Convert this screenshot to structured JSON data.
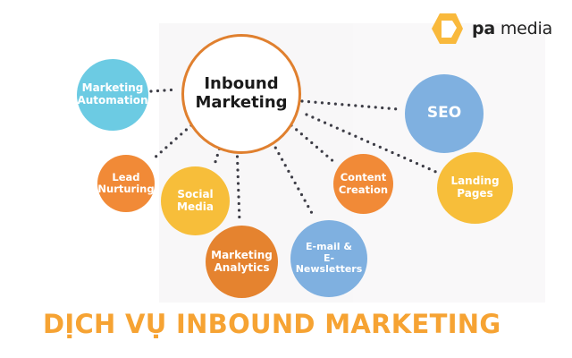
{
  "brand": {
    "logo_icon": "hexagon-icon",
    "name_bold": "pa",
    "name_light": "media",
    "logo_color": "#f9b93c"
  },
  "diagram": {
    "center": {
      "line1": "Inbound",
      "line2": "Marketing",
      "border_color": "#e0802f"
    },
    "nodes": [
      {
        "id": "marketing-automation",
        "line1": "Marketing",
        "line2": "Automation",
        "color": "#6ccbe3"
      },
      {
        "id": "seo",
        "line1": "SEO",
        "line2": "",
        "color": "#7fb0e0"
      },
      {
        "id": "lead-nurturing",
        "line1": "Lead",
        "line2": "Nurturing",
        "color": "#f18a37"
      },
      {
        "id": "social-media",
        "line1": "Social",
        "line2": "Media",
        "color": "#f7be3a"
      },
      {
        "id": "marketing-analytics",
        "line1": "Marketing",
        "line2": "Analytics",
        "color": "#e5832f"
      },
      {
        "id": "email-newsletters",
        "line1": "E-mail &",
        "line2": "E-Newsletters",
        "color": "#7fb0e0"
      },
      {
        "id": "content-creation",
        "line1": "Content",
        "line2": "Creation",
        "color": "#f18a37"
      },
      {
        "id": "landing-pages",
        "line1": "Landing",
        "line2": "Pages",
        "color": "#f7be3a"
      }
    ]
  },
  "title": "DỊCH VỤ INBOUND MARKETING",
  "title_color": "#f6a333"
}
